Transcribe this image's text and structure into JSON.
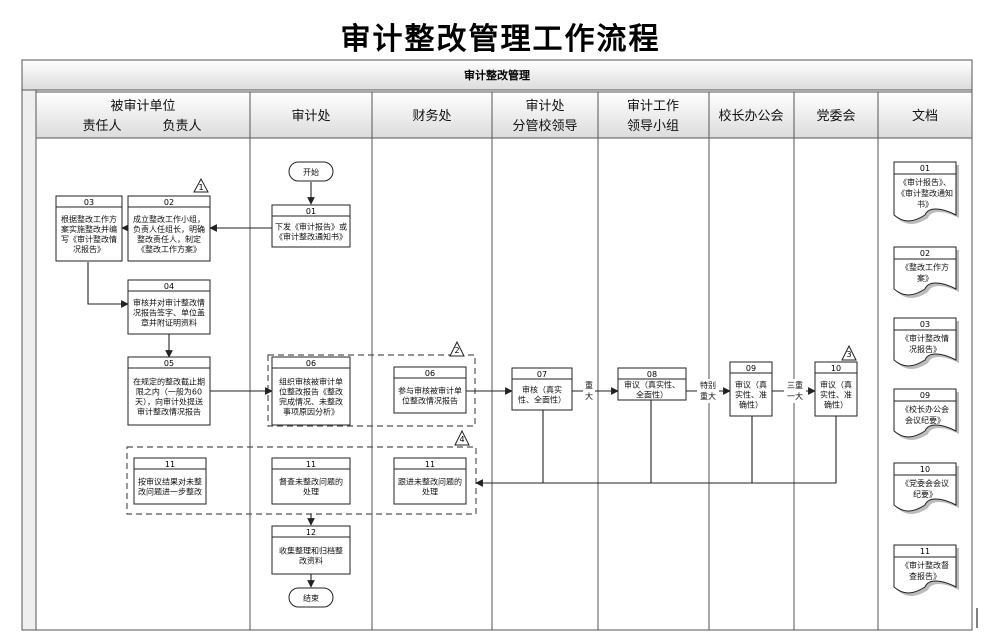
{
  "title": "审计整改管理工作流程",
  "pool": "审计整改管理",
  "lanes": [
    {
      "line1": "被审计单位",
      "sub": [
        "责任人",
        "负责人"
      ]
    },
    {
      "line1": "审计处"
    },
    {
      "line1": "财务处"
    },
    {
      "line1": "审计处",
      "line2": "分管校领导"
    },
    {
      "line1": "审计工作",
      "line2": "领导小组"
    },
    {
      "line1": "校长办公会"
    },
    {
      "line1": "党委会"
    },
    {
      "line1": "文档"
    }
  ],
  "start_label": "开始",
  "end_label": "结束",
  "steps": [
    {
      "id": "s01",
      "num": "01",
      "lines": [
        "下发《审计报告》或",
        "《审计整改通知书》"
      ]
    },
    {
      "id": "s02",
      "num": "02",
      "lines": [
        "成立整改工作小组，",
        "负责人任组长，明确",
        "整改责任人，制定",
        "《整改工作方案》"
      ]
    },
    {
      "id": "s03",
      "num": "03",
      "lines": [
        "根据整改工作方",
        "案实施整改并编",
        "写《审计整改情",
        "况报告》"
      ]
    },
    {
      "id": "s04",
      "num": "04",
      "lines": [
        "审核并对审计整改情",
        "况报告签字、单位盖",
        "章并附证明资料"
      ]
    },
    {
      "id": "s05",
      "num": "05",
      "lines": [
        "在规定的整改截止期",
        "限之内（一般为60",
        "天），向审计处提送",
        "审计整改情况报告"
      ]
    },
    {
      "id": "s06a",
      "num": "06",
      "lines": [
        "组织审核被审计单",
        "位整改报告《整改",
        "完成情况、未整改",
        "事项原因分析》"
      ]
    },
    {
      "id": "s06b",
      "num": "06",
      "lines": [
        "参与审核被审计单",
        "位整改情况报告"
      ]
    },
    {
      "id": "s07",
      "num": "07",
      "lines": [
        "审核（真实",
        "性、全面性）"
      ]
    },
    {
      "id": "s08",
      "num": "08",
      "lines": [
        "审议（真实性、",
        "全面性）"
      ]
    },
    {
      "id": "s09",
      "num": "09",
      "lines": [
        "审议（真",
        "实性、准",
        "确性）"
      ]
    },
    {
      "id": "s10",
      "num": "10",
      "lines": [
        "审议（真",
        "实性、准",
        "确性）"
      ]
    },
    {
      "id": "s11a",
      "num": "11",
      "lines": [
        "按审议结果对未整",
        "改问题进一步整改"
      ]
    },
    {
      "id": "s11b",
      "num": "11",
      "lines": [
        "督查未整改问题的",
        "处理"
      ]
    },
    {
      "id": "s11c",
      "num": "11",
      "lines": [
        "跟进未整改问题的",
        "处理"
      ]
    },
    {
      "id": "s12",
      "num": "12",
      "lines": [
        "收集整理和归档整",
        "改资料"
      ]
    }
  ],
  "edge_labels": {
    "e78": [
      "重",
      "大"
    ],
    "e89": [
      "特别",
      "重大"
    ],
    "e910": [
      "三重",
      "一大"
    ]
  },
  "markers": [
    "1",
    "2",
    "3",
    "4"
  ],
  "documents": [
    {
      "num": "01",
      "lines": [
        "《审计报告》、",
        "《审计整改通知",
        "书》"
      ]
    },
    {
      "num": "02",
      "lines": [
        "《整改工作方",
        "案》"
      ]
    },
    {
      "num": "03",
      "lines": [
        "《审计整改情",
        "况报告》"
      ]
    },
    {
      "num": "09",
      "lines": [
        "《校长办公会",
        "会议纪要》"
      ]
    },
    {
      "num": "10",
      "lines": [
        "《党委会会议",
        "纪要》"
      ]
    },
    {
      "num": "11",
      "lines": [
        "《审计整改督",
        "查报告》"
      ]
    }
  ]
}
